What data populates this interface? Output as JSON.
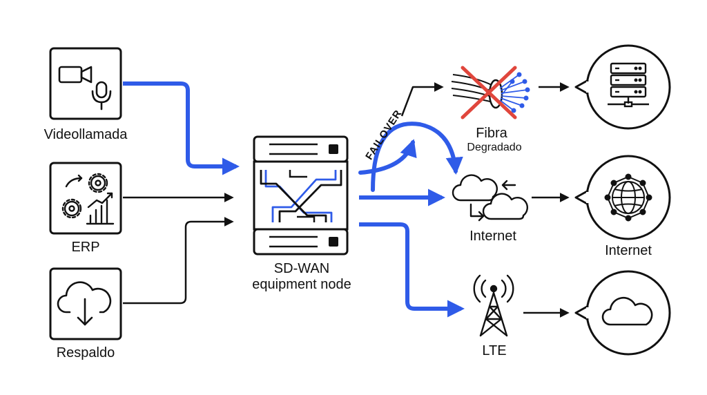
{
  "sources": [
    {
      "label": "Videollamada",
      "icon": "video-call-icon"
    },
    {
      "label": "ERP",
      "icon": "erp-gears-chart-icon"
    },
    {
      "label": "Respaldo",
      "icon": "cloud-backup-icon"
    }
  ],
  "node": {
    "line1": "SD-WAN",
    "line2": "equipment node",
    "icon": "sd-wan-router-icon"
  },
  "links": {
    "fibra": {
      "label": "Fibra",
      "status": "Degradado",
      "icon": "broken-fiber-icon"
    },
    "internet": {
      "label": "Internet",
      "icon": "cloud-exchange-icon"
    },
    "lte": {
      "label": "LTE",
      "icon": "cell-tower-icon"
    }
  },
  "failover_label": "FAILOVER",
  "destinations": [
    {
      "icon": "server-icon"
    },
    {
      "label": "Internet",
      "icon": "globe-network-icon"
    },
    {
      "icon": "cloud-icon"
    }
  ],
  "colors": {
    "accent": "#2f5be8",
    "line": "#111111",
    "failure": "#e0463c",
    "fiber": "#2f5be8"
  }
}
